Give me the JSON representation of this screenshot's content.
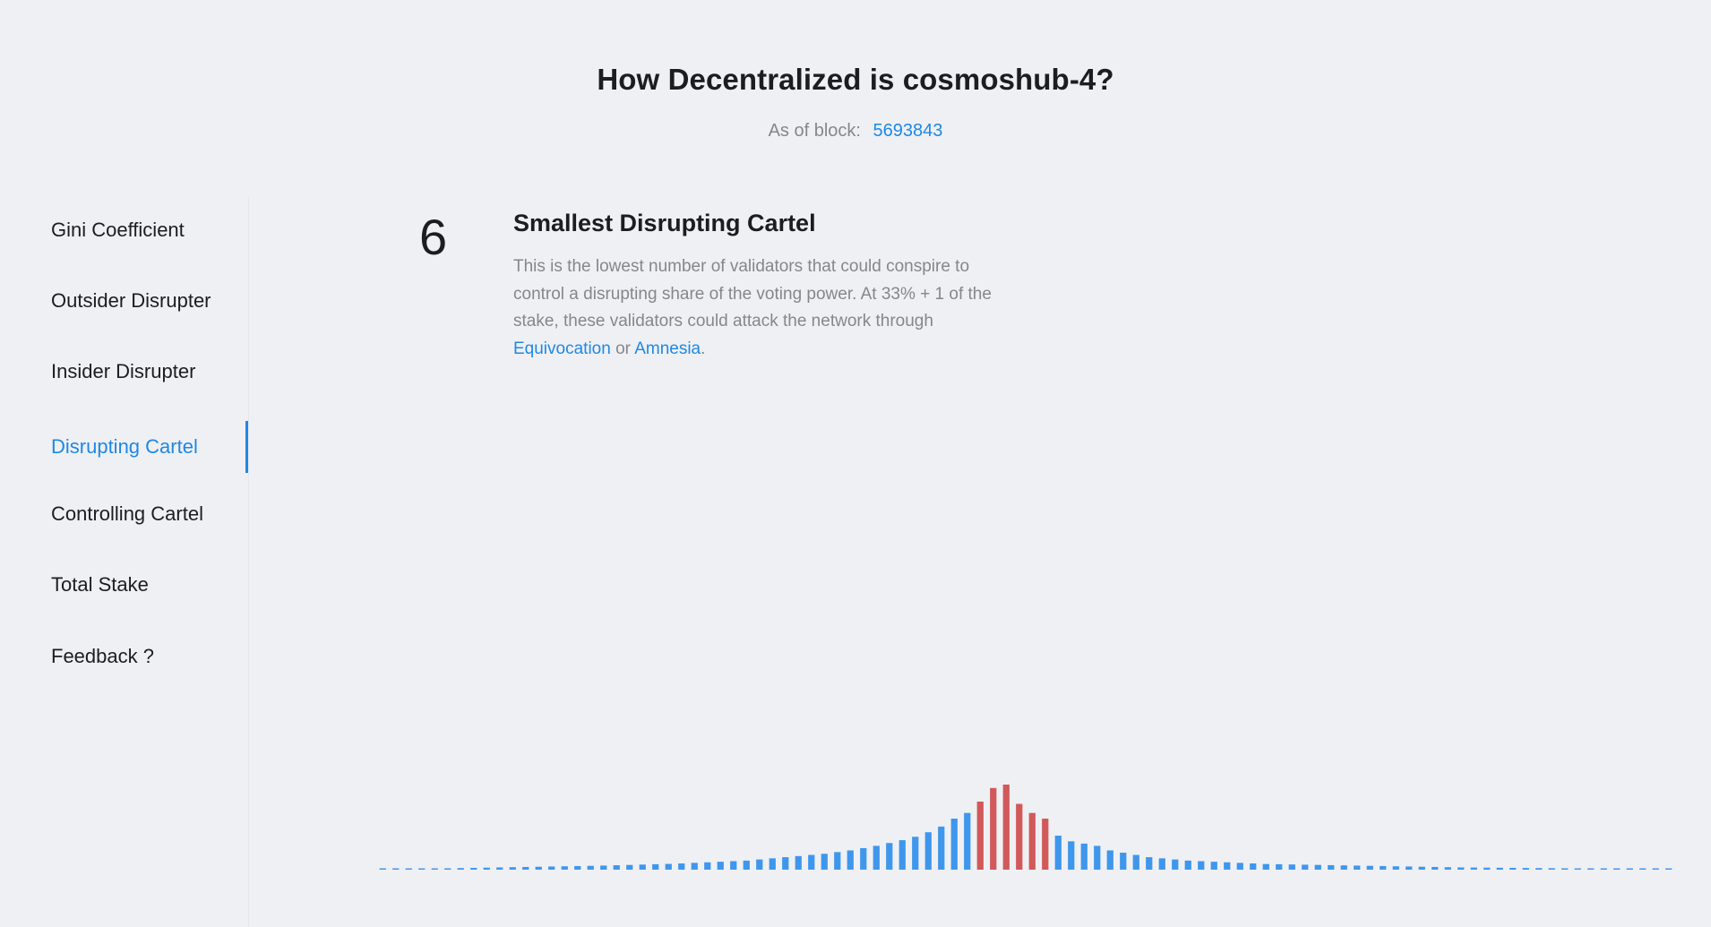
{
  "header": {
    "title": "How Decentralized is cosmoshub-4?",
    "block_label": "As of block:",
    "block_value": "5693843"
  },
  "sidebar": {
    "active_index": 3,
    "items": [
      {
        "label": "Gini Coefficient"
      },
      {
        "label": "Outsider Disrupter"
      },
      {
        "label": "Insider Disrupter"
      },
      {
        "label": "Disrupting Cartel"
      },
      {
        "label": "Controlling Cartel"
      },
      {
        "label": "Total Stake"
      },
      {
        "label": "Feedback ?"
      }
    ]
  },
  "metric": {
    "value": "6",
    "title": "Smallest Disrupting Cartel",
    "description_before": "This is the lowest number of validators that could conspire to control a disrupting share of the voting power. At 33% + 1 of the stake, these validators could attack the network through ",
    "link1": "Equivocation",
    "between": " or ",
    "link2": "Amnesia",
    "after": "."
  },
  "colors": {
    "accent": "#1e88e5",
    "bar": "#3f97ec",
    "cartel_bar": "#d1595a",
    "background": "#eff0f4"
  },
  "chart_data": {
    "type": "bar",
    "description": "Validator voting power distribution; highlighted bars form the disrupting cartel",
    "highlight_count": 6,
    "values": [
      0.2,
      0.4,
      0.6,
      0.8,
      1,
      1.2,
      1.4,
      1.6,
      1.8,
      2,
      2.2,
      2.4,
      2.6,
      2.8,
      3,
      3.2,
      3.4,
      3.6,
      3.9,
      4.2,
      4.5,
      4.8,
      5.1,
      5.5,
      6,
      6.5,
      7,
      7.5,
      8,
      9,
      10,
      11,
      12,
      13,
      14,
      15.5,
      17,
      19,
      21,
      23.5,
      26,
      29,
      33,
      38,
      45,
      50,
      60,
      72,
      75,
      58,
      50,
      45,
      30,
      25,
      23,
      21,
      17,
      15,
      13,
      11,
      10,
      9,
      8,
      7.5,
      7,
      6.5,
      6,
      5.5,
      5,
      4.8,
      4.6,
      4.4,
      4.2,
      4,
      3.8,
      3.6,
      3.4,
      3.2,
      3,
      2.8,
      2.6,
      2.4,
      2.2,
      2,
      1.9,
      1.8,
      1.7,
      1.6,
      1.5,
      1.4,
      1.3,
      1.2,
      1.1,
      1,
      0.9,
      0.8,
      0.7,
      0.6,
      0.5,
      0.4
    ],
    "highlight_indices": [
      46,
      47,
      48,
      49,
      50,
      51
    ]
  }
}
